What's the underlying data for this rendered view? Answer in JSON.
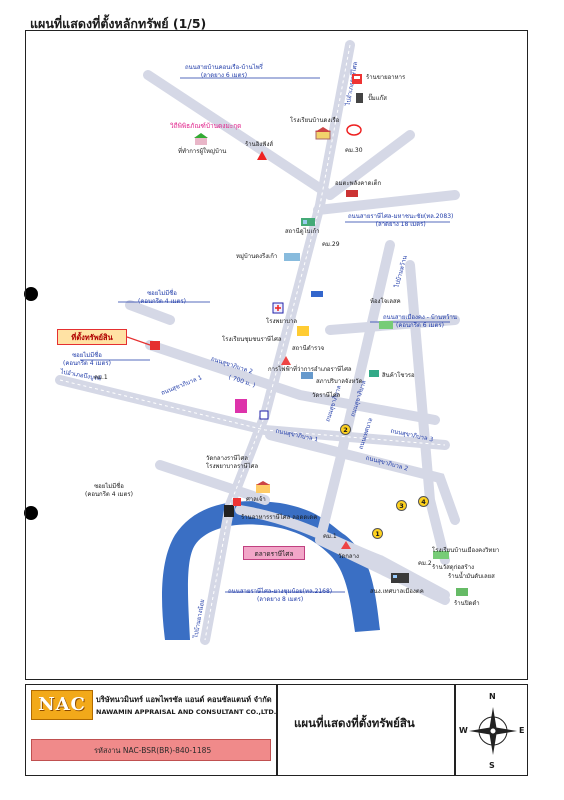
{
  "header": {
    "title": "แผนที่แสดงที่ตั้งหลักทรัพย์ (1/5)"
  },
  "map": {
    "roads": {
      "north": "ถนนสายบ้านคอนเรือ-บ้านไพรี่",
      "north_spec": "(ลาดยาง 6 เมตร)",
      "highway": "ถนนสายราษีไศล-มหาชนะชัย(ทล.2083)",
      "highway_spec": "(ลาดยาง 18 เมตร)",
      "east": "ถนนสายเมืองคง - บ้านหว้าน",
      "east_spec": "(คอนกรีต 6 เมตร)",
      "south": "ถนนสายราษีไศล-ยางชุมน้อย(ทล.2168)",
      "south_spec": "(ลาดยาง 8 เมตร)",
      "soi_north": "ซอยไม่มีชื่อ",
      "soi_north_spec": "(คอนกรีต 4 เมตร)",
      "soi_west": "ซอยไม่มีชื่อ",
      "soi_west_spec": "(คอนกรีต 4 เมตร)",
      "soi_south": "ซอยไม่มีชื่อ",
      "soi_south_spec": "(คอนกรีต 4 เมตร)",
      "sukhaphiban2": "ถนนสุขาภิบาล 2",
      "sukhaphiban1": "ถนนสุขาภิบาล 1",
      "sukhaphiban1b": "ถนนสุขาภิบาล 1",
      "sukhaphiban3": "ถนนสุขาภิบาล 3",
      "sukhaphiban2b": "ถนนสุขาภิบาล 2",
      "distance": "( 700 ม. )",
      "to_east": "ไปอำเภอราษีไศล",
      "to_west": "ไปอำเภอบึงบูรพ์",
      "to_south": "ไปบ้านยางน้อย",
      "to_northeast": "ไปบ้านหว้าน",
      "side_road_1": "ถนนสุขาภิบาล",
      "side_road_2": "ถนนเทศบาล",
      "side_road_3": "ถนนสุขาภิบาล"
    },
    "subject": "ที่ตั้งทรัพย์สิน",
    "market": "ตลาดราษีไศล",
    "pink_label": "วิถีพิพิธภัณฑ์บ้านดงมะกุด",
    "places": {
      "gas_ptt": "ร้านขายอาหาร",
      "pho": "ปั๊มแก๊ส",
      "school1": "โรงเรียนบ้านดงเรือ",
      "toyota": "คม.30",
      "village_leader": "ที่ทำการผู้ใหญ่บ้าน",
      "shop_trees": "ร้านอิงฟังส์",
      "garage": "อมตะพลังคาดเต็ก",
      "power": "สถานีดูไบเก้า",
      "km29": "คม.29",
      "homestead": "หมู่บ้านดงรีงเก้า",
      "hospital": "โรงพยาบาล",
      "bank": "ห้องโจเลสค",
      "school2": "โรงเรียนชุมชนราษีไศล",
      "temple1": "วัดราษีไศล",
      "police": "สถานีตำรวจ",
      "district": "ที่ว่าการอำเภอราษีไศล",
      "electric": "การไฟฟ้า",
      "office": "สภาปริบาลจังหวัด",
      "resort": "สินค้าโชวรอ",
      "num1": "1",
      "num2": "2",
      "num3": "3",
      "num4": "4",
      "km1": "คม.1",
      "km1b": "คม.1",
      "km2": "คม.2",
      "temple_big": "วัดกลางราษีไศล",
      "school3": "โรงพยาบาลราษีไศล",
      "temple_khet": "ศาลเจ้า",
      "bridge_shop": "ร้านอาหารราษีไศล ลอดดเดค",
      "school4": "โรงเรียนบ้านเมืองคงวิทยา",
      "wat_east": "ร้านน้ำมันดับเลยส",
      "shop_east": "ร้านวัสดุก่อสร้าง",
      "restaurant": "ร้านปิดดำ",
      "tesaban": "สนง.เทศบาลเมืองตค",
      "temple_s": "วัดกลาง"
    }
  },
  "footer": {
    "company_th": "บริษัทนวมินทร์ แอพไพรซัล แอนด์ คอนซัลแตนท์ จำกัด",
    "company_en": "NAWAMIN APPRAISAL AND CONSULTANT CO.,LTD.",
    "logo": "NAC",
    "code": "รหัสงาน  NAC-BSR(BR)-840-1185",
    "map_title": "แผนที่แสดงที่ตั้งทรัพย์สิน",
    "compass": {
      "n": "N",
      "s": "S",
      "e": "E",
      "w": "W"
    }
  },
  "colors": {
    "road_blue": "#1e3aa8",
    "river": "#3a6fc4",
    "subject_border": "#e53030",
    "market": "#f2a6c8",
    "logo": "#f2a91a",
    "code_bar": "#f08a8a"
  }
}
